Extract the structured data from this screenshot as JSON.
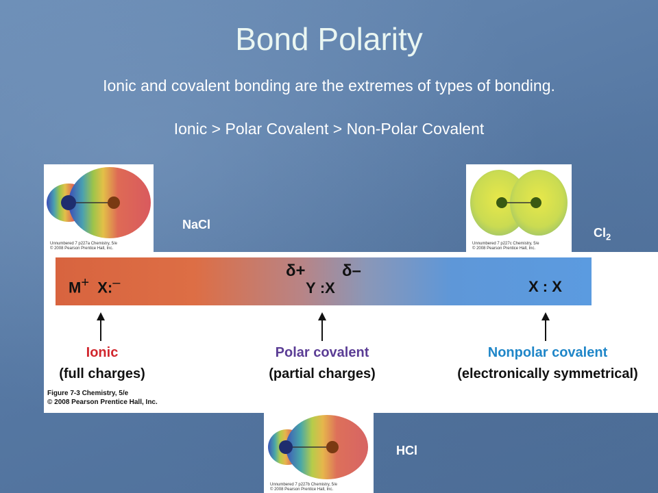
{
  "title": "Bond Polarity",
  "subtitle": "Ionic and covalent bonding are the extremes of types of bonding.",
  "order_text": "Ionic > Polar Covalent > Non-Polar Covalent",
  "molecules": {
    "nacl": {
      "label": "NaCl",
      "credit_line1": "Unnumbered 7 p227a Chemistry, 5/e",
      "credit_line2": "© 2008 Pearson Prentice Hall, Inc."
    },
    "cl2": {
      "label_base": "Cl",
      "label_sub": "2",
      "credit_line1": "Unnumbered 7 p227c Chemistry, 5/e",
      "credit_line2": "© 2008 Pearson Prentice Hall, Inc."
    },
    "hcl": {
      "label": "HCl",
      "credit_line1": "Unnumbered 7 p227b Chemistry, 5/e",
      "credit_line2": "© 2008 Pearson Prentice Hall, Inc."
    }
  },
  "figure": {
    "ionic_formula": {
      "m": "M",
      "m_charge": "+",
      "x": "X:",
      "x_charge": "–"
    },
    "polar_formula": {
      "delta_plus": "δ+",
      "delta_minus": "δ–",
      "y": "Y",
      "x": ":X"
    },
    "nonpolar_formula": "X : X",
    "types": [
      {
        "name": "Ionic",
        "desc": "(full charges)",
        "color": "#d1272e"
      },
      {
        "name": "Polar covalent",
        "desc": "(partial charges)",
        "color": "#5b3d95"
      },
      {
        "name": "Nonpolar covalent",
        "desc": "(electronically symmetrical)",
        "color": "#1f86c8"
      }
    ],
    "caption_line1": "Figure 7-3  Chemistry, 5/e",
    "caption_line2": "© 2008 Pearson Prentice Hall, Inc."
  }
}
